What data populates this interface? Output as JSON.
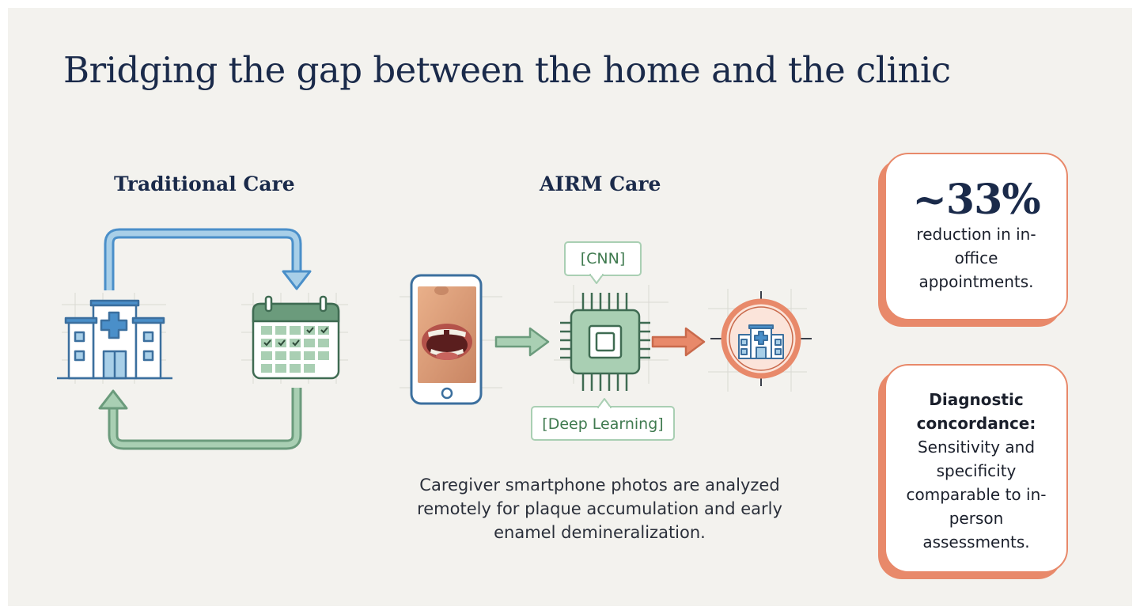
{
  "title": "Bridging the gap between the home and the clinic",
  "traditional": {
    "label": "Traditional Care"
  },
  "airm": {
    "label": "AIRM Care",
    "tag_top": "[CNN]",
    "tag_bottom": "[Deep Learning]",
    "caption": "Caregiver smartphone photos are analyzed remotely for plaque accumulation and early enamel demineralization."
  },
  "stat_card": {
    "value": "~33%",
    "text": "reduction in in-office appointments."
  },
  "diag_card": {
    "heading": "Diagnostic concordance:",
    "text": "Sensitivity and specificity comparable to in-person assessments."
  },
  "colors": {
    "background": "#f3f2ee",
    "navy": "#1a2a4a",
    "blue": "#4a8fc9",
    "light_blue": "#a8cfe8",
    "green": "#6b9b7c",
    "light_green": "#a9cfb3",
    "coral": "#e8896a"
  }
}
